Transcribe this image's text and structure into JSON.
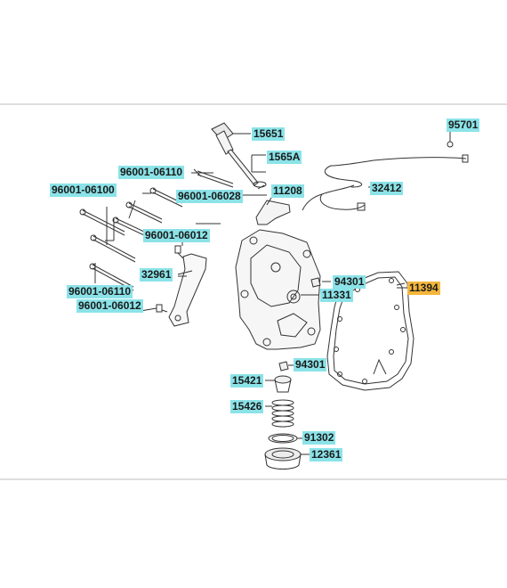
{
  "colors": {
    "label_highlight": "#8be3e8",
    "selected_highlight": "#f3b63c",
    "line": "#333333",
    "frame": "#bdbdbd"
  },
  "labels": {
    "p15651": "15651",
    "p1565A": "1565A",
    "p95701": "95701",
    "p96001_06110_top": "96001-06110",
    "p96001_06100": "96001-06100",
    "p96001_06028": "96001-06028",
    "p11208": "11208",
    "p32412": "32412",
    "p96001_06012_a": "96001-06012",
    "p32961": "32961",
    "p94301_top": "94301",
    "p11331": "11331",
    "p11394": "11394",
    "p96001_06110_bot": "96001-06110",
    "p96001_06012_b": "96001-06012",
    "p94301_bot": "94301",
    "p15421": "15421",
    "p15426": "15426",
    "p91302": "91302",
    "p12361": "12361"
  }
}
